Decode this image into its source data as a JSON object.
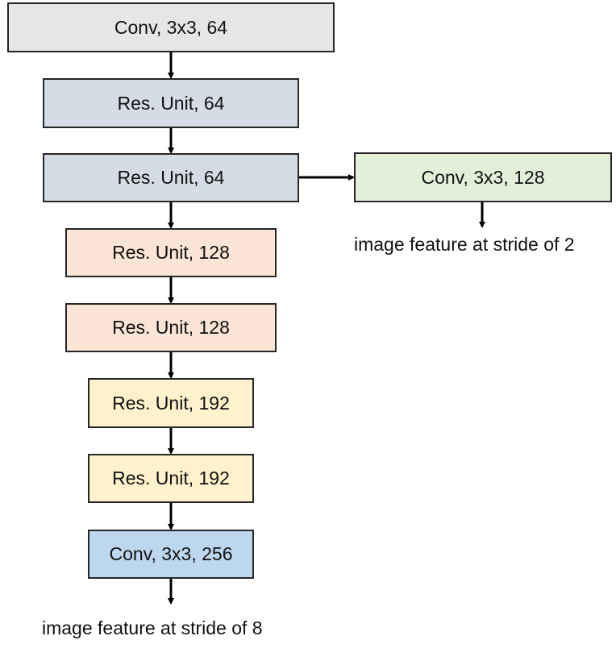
{
  "blocks": [
    {
      "label": "Conv, 3x3, 64",
      "color": "#e6e6e6"
    },
    {
      "label": "Res. Unit, 64",
      "color": "#d6dce5"
    },
    {
      "label": "Res. Unit, 64",
      "color": "#d6dce5"
    },
    {
      "label": "Res. Unit, 128",
      "color": "#fbe5d6"
    },
    {
      "label": "Res. Unit, 128",
      "color": "#fbe5d6"
    },
    {
      "label": "Res. Unit, 192",
      "color": "#fff2cc"
    },
    {
      "label": "Res. Unit, 192",
      "color": "#fff2cc"
    },
    {
      "label": "Conv, 3x3, 256",
      "color": "#bdd7ee"
    }
  ],
  "branch_block": {
    "label": "Conv, 3x3, 128",
    "color": "#e2f0d9"
  },
  "captions": {
    "stride2": "image feature at stride of 2",
    "stride8": "image feature at stride of 8"
  }
}
